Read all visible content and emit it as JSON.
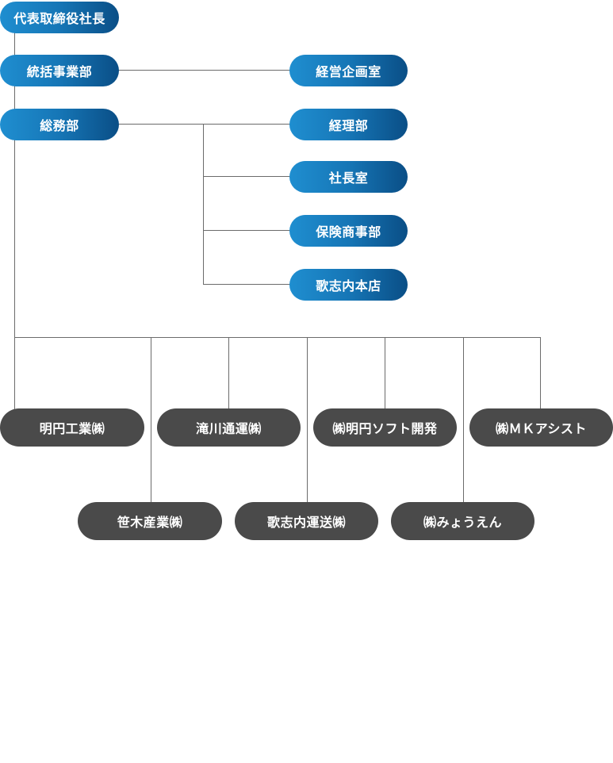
{
  "org_chart": {
    "president": "代表取締役社長",
    "departments": {
      "general_management": "統括事業部",
      "general_affairs": "総務部",
      "corporate_planning": "経営企画室",
      "accounting": "経理部",
      "president_office": "社長室",
      "insurance": "保険商事部",
      "utashinai_head_office": "歌志内本店"
    },
    "group_companies": {
      "meien_kogyo": "明円工業㈱",
      "takigawa_tsuun": "滝川通運㈱",
      "meien_soft": "㈱明円ソフト開発",
      "mk_assist": "㈱ＭＫアシスト",
      "sasaki_sangyo": "笹木産業㈱",
      "utashinai_unso": "歌志内運送㈱",
      "myouen": "㈱みょうえん"
    }
  }
}
